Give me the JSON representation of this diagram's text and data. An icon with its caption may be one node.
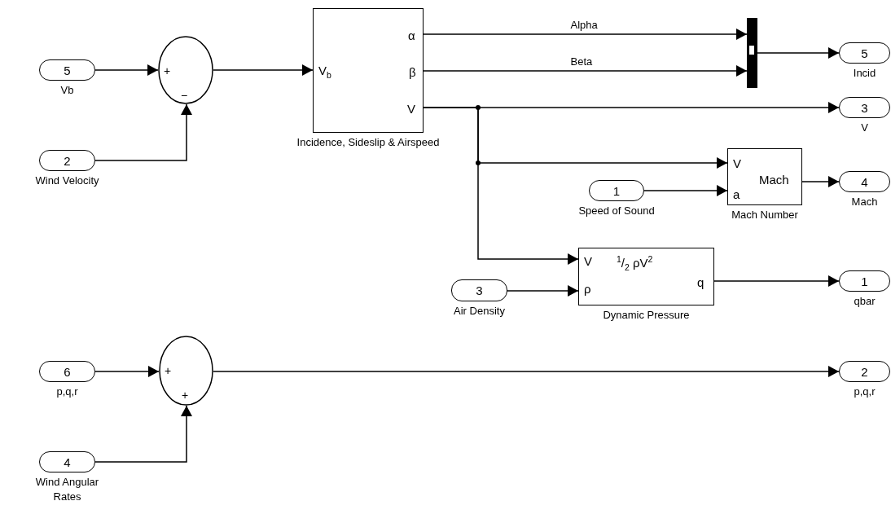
{
  "diagram": {
    "nodes": [
      {
        "text": [
          "5"
        ],
        "beside": [
          "Vb"
        ]
      },
      {
        "text": [
          "2"
        ],
        "beside": [
          "Wind Velocity"
        ]
      },
      {
        "text": [
          "+",
          "−"
        ]
      },
      {
        "text": [
          "V$_{b}$",
          "α",
          "β",
          "V"
        ],
        "beside": [
          "Incidence, Sideslip & Airspeed"
        ]
      },
      {
        "text": [],
        "shape": "bar"
      },
      {
        "text": [
          "5"
        ],
        "beside": [
          "Incid"
        ]
      },
      {
        "text": [
          "3"
        ],
        "beside": [
          "V"
        ]
      },
      {
        "text": [
          "V",
          "a",
          "Mach"
        ],
        "beside": [
          "Mach Number"
        ]
      },
      {
        "text": [
          "1"
        ],
        "beside": [
          "Speed of Sound"
        ]
      },
      {
        "text": [
          "4"
        ],
        "beside": [
          "Mach"
        ]
      },
      {
        "text": [
          "V",
          "ρ",
          "$^{1}$/$_{2}$ ρV$^{2}$",
          "q"
        ],
        "beside": [
          "Dynamic Pressure"
        ]
      },
      {
        "text": [
          "3"
        ],
        "beside": [
          "Air Density"
        ]
      },
      {
        "text": [
          "1"
        ],
        "beside": [
          "qbar"
        ]
      },
      {
        "text": [
          "6"
        ],
        "beside": [
          "p,q,r"
        ]
      },
      {
        "text": [
          "4"
        ],
        "beside": [
          "Wind Angular Rates"
        ]
      },
      {
        "text": [
          "+",
          "+"
        ]
      },
      {
        "text": [
          "2"
        ],
        "beside": [
          "p,q,r"
        ]
      }
    ],
    "edges": [
      {
        "from": 0,
        "to": 2,
        "arrow": "to"
      },
      {
        "from": 1,
        "to": 2,
        "arrow": "to"
      },
      {
        "from": 2,
        "to": 3,
        "arrow": "to"
      },
      {
        "from": 3,
        "to": 4,
        "label": "Alpha",
        "arrow": "to"
      },
      {
        "from": 3,
        "to": 4,
        "label": "Beta",
        "arrow": "to"
      },
      {
        "from": 4,
        "to": 5,
        "arrow": "to"
      },
      {
        "from": 3,
        "to": 6,
        "arrow": "to"
      },
      {
        "from": 3,
        "to": 7,
        "arrow": "to"
      },
      {
        "from": 8,
        "to": 7,
        "arrow": "to"
      },
      {
        "from": 7,
        "to": 9,
        "arrow": "to"
      },
      {
        "from": 3,
        "to": 10,
        "arrow": "to"
      },
      {
        "from": 11,
        "to": 10,
        "arrow": "to"
      },
      {
        "from": 10,
        "to": 12,
        "arrow": "to"
      },
      {
        "from": 13,
        "to": 15,
        "arrow": "to"
      },
      {
        "from": 14,
        "to": 15,
        "arrow": "to"
      },
      {
        "from": 15,
        "to": 16,
        "arrow": "to"
      }
    ]
  }
}
